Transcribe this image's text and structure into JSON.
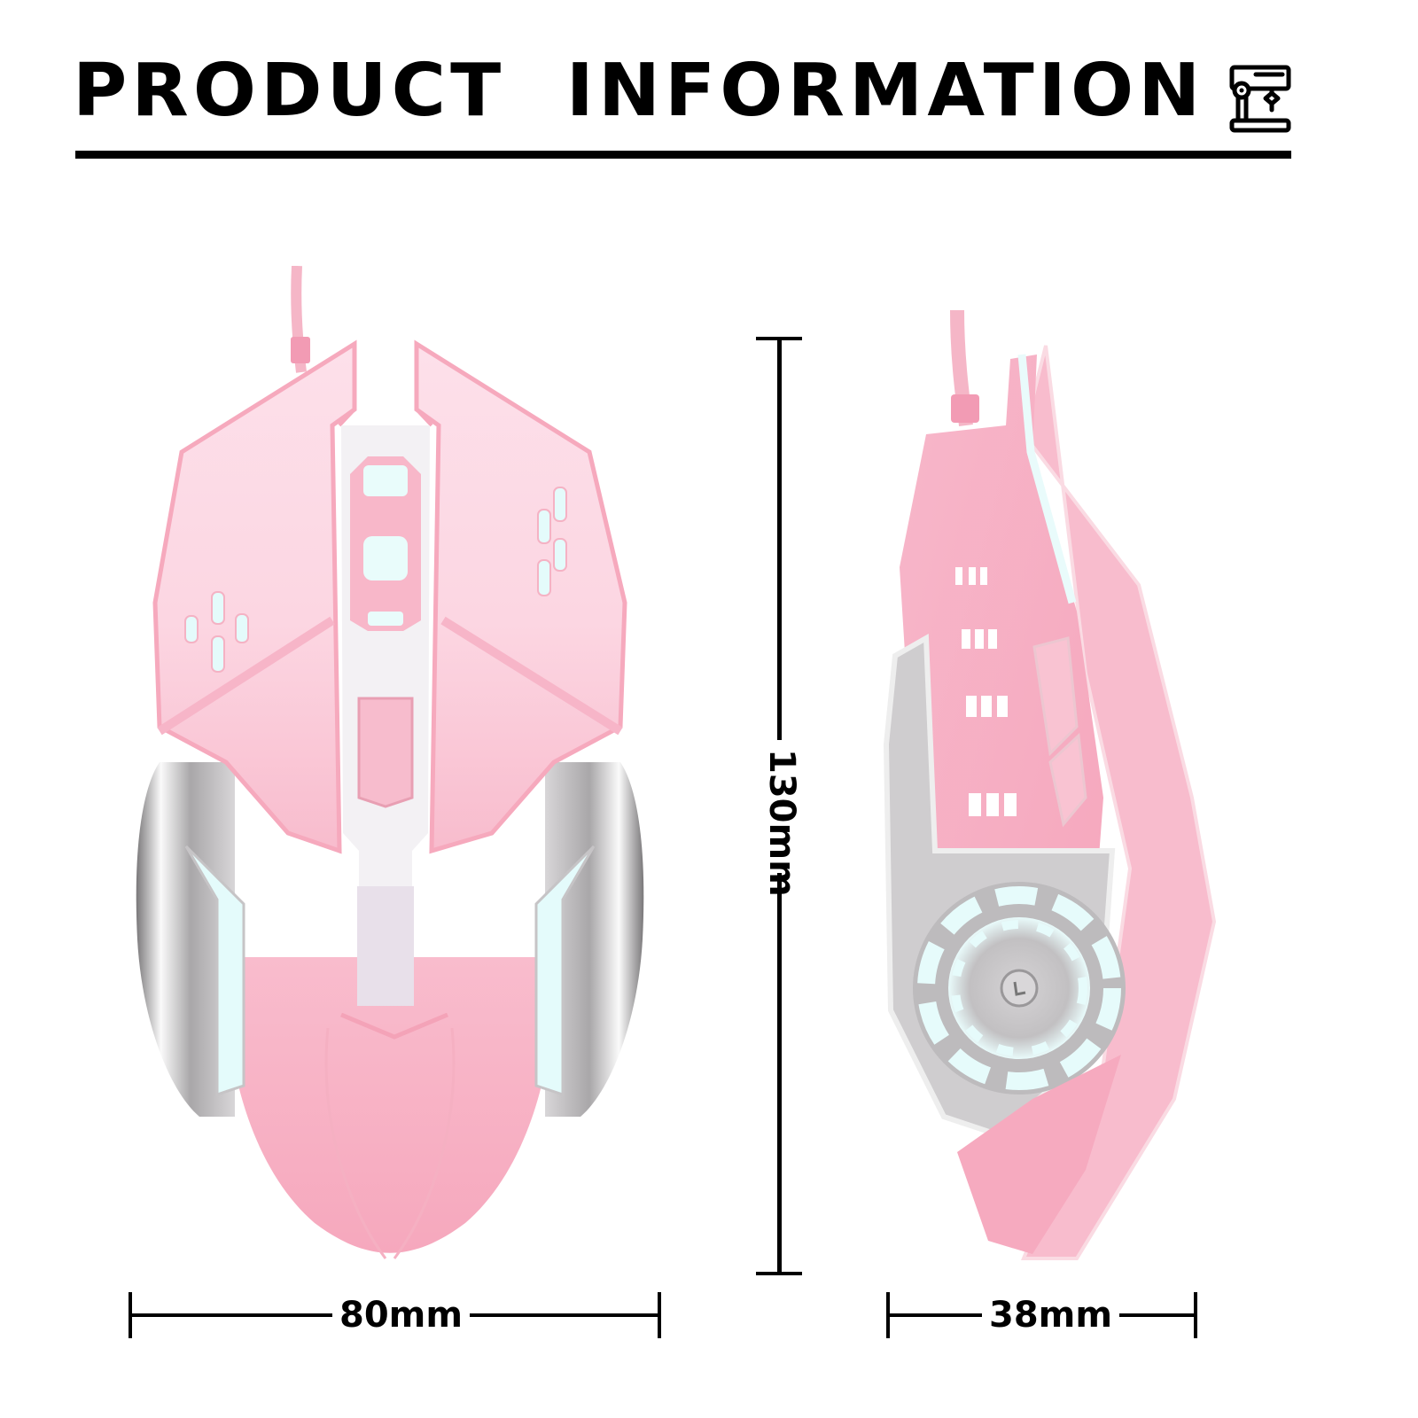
{
  "header": {
    "title": "PRODUCT  INFORMATION",
    "icon": "drill-press-icon"
  },
  "product": {
    "name": "Pink wired gaming mouse",
    "views": [
      {
        "id": "top-view",
        "label": "Top view"
      },
      {
        "id": "side-view",
        "label": "Side view"
      }
    ],
    "colors": {
      "shell_light": "#fcdbe6",
      "shell_mid": "#f9c0d1",
      "shell_dark": "#f6a4ba",
      "chrome": "#b9b7b9",
      "led_glow": "#e6fbfb",
      "cable": "#f3a9bd"
    }
  },
  "dimensions": {
    "width": {
      "value": "80mm",
      "label": "width"
    },
    "length": {
      "value": "130mm",
      "label": "length"
    },
    "height": {
      "value": "38mm",
      "label": "height"
    }
  }
}
